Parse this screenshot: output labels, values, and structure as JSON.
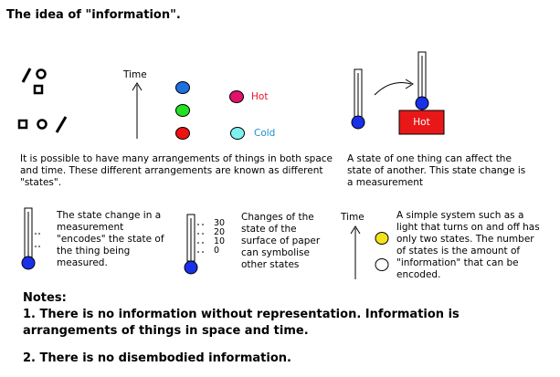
{
  "title": "The idea of \"information\".",
  "panel1": {
    "time_label": "Time",
    "hot_label": "Hot",
    "cold_label": "Cold",
    "caption": "It is possible to have many arrangements of things in both space and time. These different arrangements are known as different \"states\".",
    "colors": {
      "blue": "#1e6fe0",
      "green": "#22e022",
      "red": "#ee1111",
      "magenta": "#e0126a",
      "cyan": "#7ff0f0"
    }
  },
  "panel2": {
    "box_label": "Hot",
    "box_color": "#e81818",
    "caption": "A state of one thing can affect the state of another. This state change is a measurement"
  },
  "panel3": {
    "caption": "The state change in a measurement \"encodes\" the state of the thing being measured."
  },
  "panel4": {
    "scale": [
      "30",
      "20",
      "10",
      "0"
    ],
    "caption": "Changes of the state of the surface of paper can symbolise other states"
  },
  "panel5": {
    "time_label": "Time",
    "caption": "A simple system such as a light that turns on and off has only two states. The number of states is the amount of \"information\" that can be encoded.",
    "on_color": "#f2e21a"
  },
  "notes": {
    "heading": "Notes:",
    "note1": "1. There is no information without representation. Information is arrangements of things in space and time.",
    "note2": "2. There is no disembodied information."
  }
}
